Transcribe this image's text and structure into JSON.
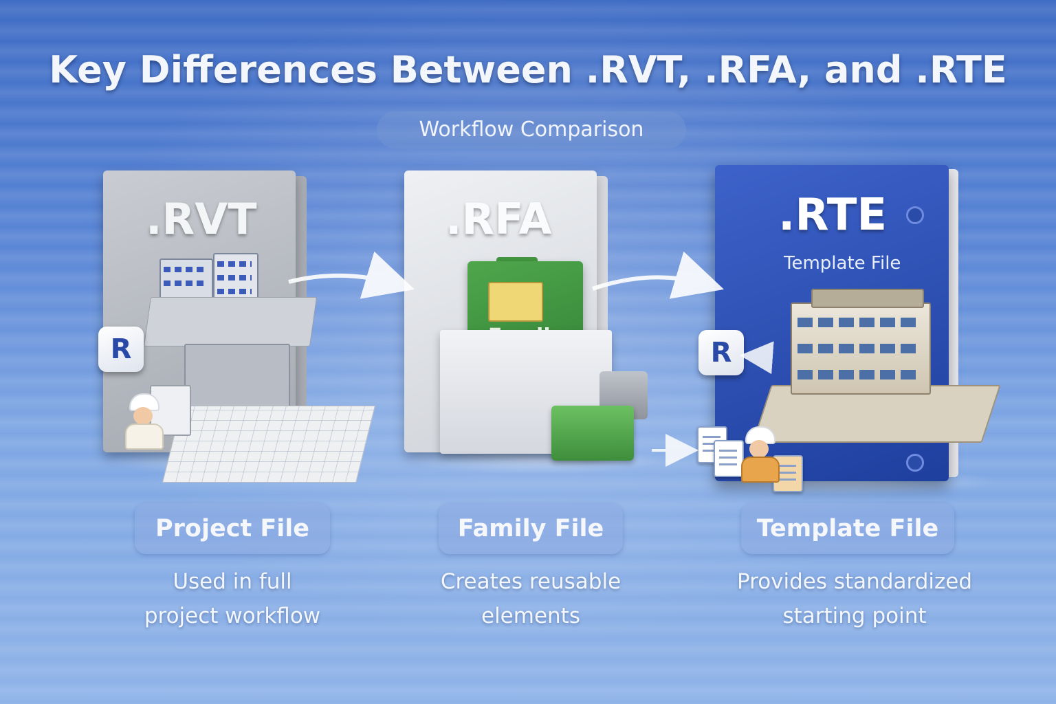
{
  "header": {
    "title": "Key Differences Between .RVT, .RFA, and .RTE",
    "subtitle": "Workflow Comparison"
  },
  "cards": [
    {
      "cover_text": ".RVT",
      "label": "Project File",
      "desc_line1": "Used in full",
      "desc_line2": "project workflow",
      "badge": "R"
    },
    {
      "cover_text": ".RFA",
      "folder_label": "Family",
      "label": "Family File",
      "desc_line1": "Creates reusable",
      "desc_line2": "elements"
    },
    {
      "cover_text": ".RTE",
      "cover_sub": "Template File",
      "label": "Template File",
      "desc_line1": "Provides standardized",
      "desc_line2": "starting point",
      "badge": "R"
    }
  ],
  "colors": {
    "background": "#5a86d6",
    "rvt_cover": "#b9bcc3",
    "rfa_cover": "#e3e5e9",
    "rte_cover": "#2c4fb3",
    "folder_green": "#3f8f3d",
    "arrow": "#ffffff"
  },
  "icons": [
    "revit-logo-icon",
    "folder-icon",
    "toolbox-icon",
    "worker-icon",
    "document-icon",
    "arrow-right-icon"
  ]
}
